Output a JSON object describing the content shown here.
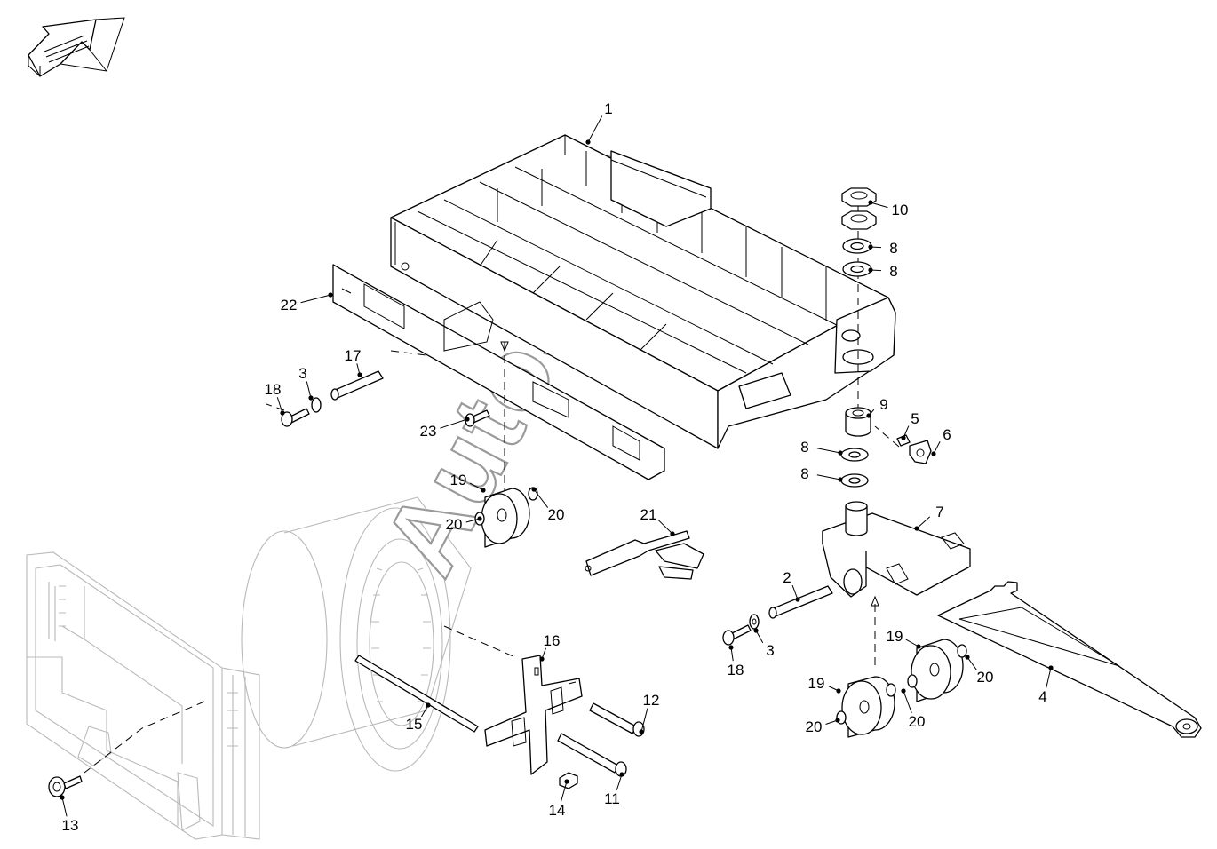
{
  "diagram": {
    "watermark": "AutoSoft",
    "orientation_icon": "direction-arrow-icon",
    "callouts": [
      {
        "id": "c1",
        "label": "1"
      },
      {
        "id": "c10",
        "label": "10"
      },
      {
        "id": "c8a",
        "label": "8"
      },
      {
        "id": "c8b",
        "label": "8"
      },
      {
        "id": "c22",
        "label": "22"
      },
      {
        "id": "c17",
        "label": "17"
      },
      {
        "id": "c3a",
        "label": "3"
      },
      {
        "id": "c18a",
        "label": "18"
      },
      {
        "id": "c23",
        "label": "23"
      },
      {
        "id": "c9",
        "label": "9"
      },
      {
        "id": "c5",
        "label": "5"
      },
      {
        "id": "c6",
        "label": "6"
      },
      {
        "id": "c8c",
        "label": "8"
      },
      {
        "id": "c8d",
        "label": "8"
      },
      {
        "id": "c19a",
        "label": "19"
      },
      {
        "id": "c20a",
        "label": "20"
      },
      {
        "id": "c20b",
        "label": "20"
      },
      {
        "id": "c21",
        "label": "21"
      },
      {
        "id": "c7",
        "label": "7"
      },
      {
        "id": "c2",
        "label": "2"
      },
      {
        "id": "c3b",
        "label": "3"
      },
      {
        "id": "c18b",
        "label": "18"
      },
      {
        "id": "c19b",
        "label": "19"
      },
      {
        "id": "c20c",
        "label": "20"
      },
      {
        "id": "c4",
        "label": "4"
      },
      {
        "id": "c19c",
        "label": "19"
      },
      {
        "id": "c20d",
        "label": "20"
      },
      {
        "id": "c20e",
        "label": "20"
      },
      {
        "id": "c16",
        "label": "16"
      },
      {
        "id": "c12",
        "label": "12"
      },
      {
        "id": "c15",
        "label": "15"
      },
      {
        "id": "c11",
        "label": "11"
      },
      {
        "id": "c14",
        "label": "14"
      },
      {
        "id": "c13",
        "label": "13"
      }
    ]
  }
}
